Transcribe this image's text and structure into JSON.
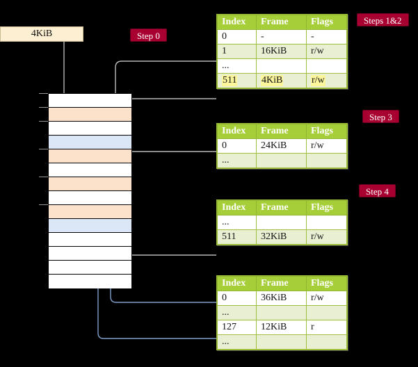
{
  "title": "Multi-level page table walk diagram",
  "source_box": {
    "label": "4KiB"
  },
  "badges": [
    {
      "id": "step0",
      "label": "Step 0"
    },
    {
      "id": "steps12",
      "label": "Steps 1&2"
    },
    {
      "id": "step3",
      "label": "Step 3"
    },
    {
      "id": "step4",
      "label": "Step 4"
    }
  ],
  "tables": {
    "headers": [
      "Index",
      "Frame",
      "Flags"
    ],
    "t1": {
      "rows": [
        {
          "index": "0",
          "frame": "-",
          "flags": "-",
          "style": "plain",
          "highlight": false
        },
        {
          "index": "1",
          "frame": "16KiB",
          "flags": "r/w",
          "style": "alt",
          "highlight": false
        },
        {
          "index": "...",
          "frame": "",
          "flags": "",
          "style": "plain",
          "highlight": false
        },
        {
          "index": "511",
          "frame": "4KiB",
          "flags": "r/w",
          "style": "alt",
          "highlight": true
        }
      ]
    },
    "t2": {
      "rows": [
        {
          "index": "0",
          "frame": "24KiB",
          "flags": "r/w",
          "style": "plain",
          "highlight": false
        },
        {
          "index": "...",
          "frame": "",
          "flags": "",
          "style": "alt",
          "highlight": false
        }
      ]
    },
    "t3": {
      "rows": [
        {
          "index": "...",
          "frame": "",
          "flags": "",
          "style": "plain",
          "highlight": false
        },
        {
          "index": "511",
          "frame": "32KiB",
          "flags": "r/w",
          "style": "alt",
          "highlight": false
        }
      ]
    },
    "t4": {
      "rows": [
        {
          "index": "0",
          "frame": "36KiB",
          "flags": "r/w",
          "style": "plain",
          "highlight": false
        },
        {
          "index": "...",
          "frame": "",
          "flags": "",
          "style": "alt",
          "highlight": false
        },
        {
          "index": "127",
          "frame": "12KiB",
          "flags": "r",
          "style": "plain",
          "highlight": false
        },
        {
          "index": "...",
          "frame": "",
          "flags": "",
          "style": "alt",
          "highlight": false
        }
      ]
    }
  },
  "memory_column": {
    "rows": [
      {
        "fill": "white"
      },
      {
        "fill": "peach"
      },
      {
        "fill": "white"
      },
      {
        "fill": "blue"
      },
      {
        "fill": "peach"
      },
      {
        "fill": "white"
      },
      {
        "fill": "peach"
      },
      {
        "fill": "white"
      },
      {
        "fill": "peach"
      },
      {
        "fill": "blue"
      },
      {
        "fill": "white"
      },
      {
        "fill": "white"
      },
      {
        "fill": "white"
      },
      {
        "fill": "white"
      }
    ]
  },
  "colors": {
    "badge": "#a80030",
    "table_header": "#a6ce39",
    "table_alt_row": "#e8efd2",
    "highlight": "#fbf59b",
    "memory_peach": "#fce2ca",
    "memory_blue": "#dbe6f6",
    "source_box": "#fcefd2",
    "wire_gray": "#b6b6b6",
    "wire_blue": "#7f9fcc",
    "background": "#000000"
  }
}
